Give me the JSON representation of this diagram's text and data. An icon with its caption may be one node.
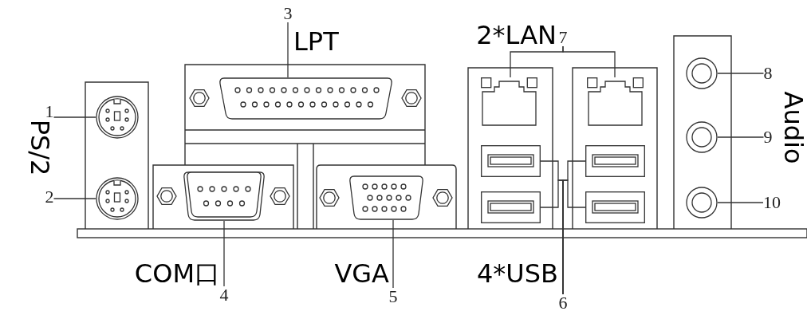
{
  "diagram": {
    "nodes": [
      {
        "text": [
          "1"
        ]
      },
      {
        "text": [],
        "shape": "circle"
      },
      {
        "text": [
          "2"
        ]
      },
      {
        "text": [],
        "shape": "circle"
      },
      {
        "text": [
          "3"
        ]
      },
      {
        "text": [],
        "shape": "box"
      },
      {
        "text": [
          "4"
        ]
      },
      {
        "text": [],
        "shape": "box"
      },
      {
        "text": [
          "5"
        ]
      },
      {
        "text": [],
        "shape": "box"
      },
      {
        "text": [
          "6"
        ]
      },
      {
        "text": [],
        "shape": "box"
      },
      {
        "text": [],
        "shape": "box"
      },
      {
        "text": [],
        "shape": "box"
      },
      {
        "text": [],
        "shape": "box"
      },
      {
        "text": [
          "7"
        ]
      },
      {
        "text": [],
        "shape": "box"
      },
      {
        "text": [],
        "shape": "box"
      },
      {
        "text": [
          "8"
        ]
      },
      {
        "text": [],
        "shape": "circle"
      },
      {
        "text": [
          "9"
        ]
      },
      {
        "text": [],
        "shape": "circle"
      },
      {
        "text": [
          "10"
        ]
      },
      {
        "text": [],
        "shape": "circle"
      }
    ],
    "edges": [
      {
        "from": 0,
        "to": 1,
        "arrow": "none"
      },
      {
        "from": 2,
        "to": 3,
        "arrow": "none"
      },
      {
        "from": 4,
        "to": 5,
        "arrow": "none"
      },
      {
        "from": 6,
        "to": 7,
        "arrow": "none"
      },
      {
        "from": 8,
        "to": 9,
        "arrow": "none"
      },
      {
        "from": 10,
        "to": 11,
        "arrow": "none"
      },
      {
        "from": 10,
        "to": 12,
        "arrow": "none"
      },
      {
        "from": 10,
        "to": 13,
        "arrow": "none"
      },
      {
        "from": 10,
        "to": 14,
        "arrow": "none"
      },
      {
        "from": 15,
        "to": 16,
        "arrow": "none"
      },
      {
        "from": 15,
        "to": 17,
        "arrow": "none"
      },
      {
        "from": 18,
        "to": 19,
        "arrow": "none"
      },
      {
        "from": 20,
        "to": 21,
        "arrow": "none"
      },
      {
        "from": 22,
        "to": 23,
        "arrow": "none"
      }
    ],
    "labels": [
      "LPT",
      "2*LAN",
      "PS/2",
      "Audio",
      "COM口",
      "VGA",
      "4*USB"
    ]
  }
}
